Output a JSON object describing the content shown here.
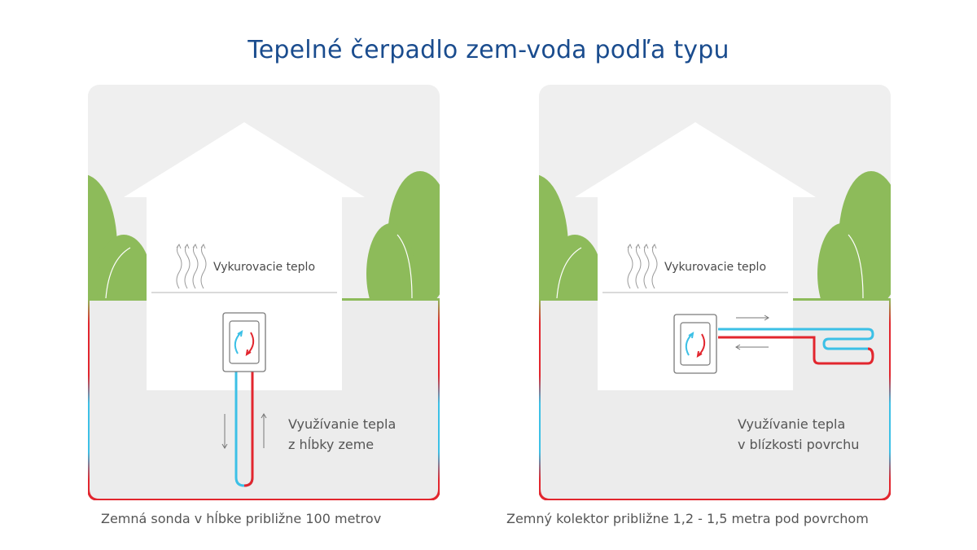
{
  "title": "Tepelné čerpadlo zem-voda podľa typu",
  "panels": [
    {
      "heating_label": "Vykurovacie teplo",
      "usage_line1": "Využívanie tepla",
      "usage_line2": "z hĺbky zeme",
      "caption": "Zemná sonda v hĺbke približne 100 metrov"
    },
    {
      "heating_label": "Vykurovacie teplo",
      "usage_line1": "Využívanie tepla",
      "usage_line2": "v blízkosti povrchu",
      "caption": "Zemný kolektor približne 1,2 - 1,5 metra pod povrchom"
    }
  ],
  "colors": {
    "title": "#1a4c8e",
    "sky": "#efefef",
    "ground": "#ececec",
    "grass": "#8dbb5a",
    "warm_pipe": "#e2262e",
    "cold_pipe": "#3cc0e6",
    "house": "#ffffff"
  },
  "icons": [
    "heat-pump-cycle-icon",
    "heat-wave-icon",
    "arrow-down-icon",
    "arrow-up-icon",
    "arrow-right-icon",
    "arrow-left-icon"
  ]
}
